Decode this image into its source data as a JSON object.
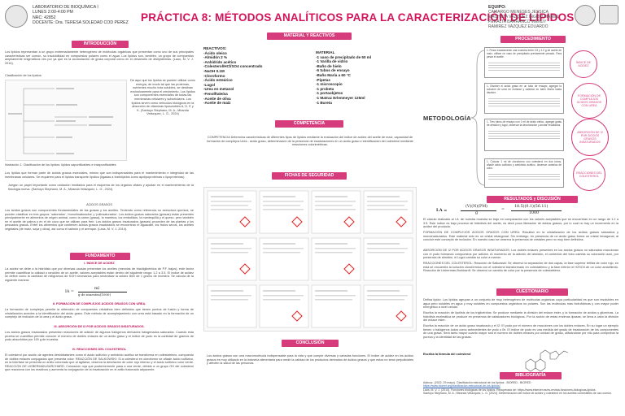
{
  "header": {
    "lab": "LABORATORIO DE BIOQUÍMICA I",
    "schedule": "LUNES 2:00-4:00 PM",
    "nrc": "NRC: 42852",
    "teacher": "DOCENTE: Dra. TERESA SOLEDAD COD PEREZ",
    "title": "PRÁCTICA 8: MÉTODOS ANALÍTICOS PARA LA CARACTERIZACIÓN DE LÍPIDOS",
    "team_label": "EQUIPO:",
    "team": [
      "CAMARGO MENESES JESSICA",
      "MACHETA VAZQUEZ INGRID MARIEL",
      "PERALTA BARRANCO WENDY",
      "RAMIREZ VAZQUEZ EDUARDO"
    ]
  },
  "sections": {
    "intro": "INTRODUCCIÓN",
    "materials": "MATERIAL Y REACTIVOS",
    "competence": "COMPETENCIA",
    "safety": "FICHAS DE SEGURIDAD",
    "fundament": "FUNDAMENTO",
    "conclusion": "CONCLUSIÓN",
    "procedure": "PROCEDIMIENTO",
    "results": "RESULTADOS y DISCUSIÓN",
    "questionnaire": "CUESTIONARIO",
    "bibliography": "BIBLIOGRAFÍA"
  },
  "intro": {
    "p1": "Los lípidos representan a un grupo extremadamente heterogéneo de moléculas orgánicas que presentan como uno de sus principales características ser común, su insolubilidad en compuestos polares como el agua. Los lípidos son, también, un grupo de compuestos ampliamente enigmáticos ves por ya que es la acumulación de grasa corporal como en el desarrollo de dislipidemias. (Laus, M. V. J. 2014).",
    "p2": "Clasificación de los lípidos:",
    "side": "De aquí que los lípidos se pueden utilizar como energía, de modo tal que las proteínas, nutrientes mucho más solubles, se destinan exclusivamente para el crecimiento. Los lípidos son componentes esenciales de todas las membranas celulares y subcelulares. Los lípidos sirven como vehículos biológicos en la absorción de vitaminas liposolubles A, D, E y K. (Santoyo Stephano, M. A.; Miranda Velázquez, L. G., 2024)",
    "caption": "Ilustración 1. Clasificación de los lípidos: lípidos saponificables e insaponificables",
    "p3": "Los lípidos que forman parte de ácidos grasos esenciales, mismo que son indispensables para el mantenimiento e integridad de las membranas celulares. Se requieren para el lípidos transporte lipídico (ligadas a fosfolípidos como apolipoproteínas o lipoproteínas).",
    "p4": "Juegan un papel importante como oxidación mediados para el esquema de los órganos vitales y ayudan en el mantenimiento de la fisiología nueva. (Santoyo Stephano, M. A.; Miranda Velázquez, L. G., 2024)",
    "acids_title": "ÁCIDOS GRASOS",
    "p5": "Los ácidos grasos son componentes fundamentales de las grasas y los aceites. Teniendo como referencia su estructura química, se pueden clasificar en tres grupos: 'saturados', 'monoinsaturados' y 'polinsaturados'. Los ácidos grasos saturados (grasas) están presentes principalmente en alimentos de origen animal, como la carne (grasa), la manteca, los embutidos, la mantequilla y el queso, pero también en el aceite de palma y en el de coco que se utilizan para freír. Los ácidos grasos insaturados (grasas) proceden de las plantas y los pescados grasos. Entre los alimentos que contienen ácidos grasos insaturados se encuentran el aguacate, los frutos secos, los aceites vegetales (de maíz, soya y oliva), así como el salmón y el arenque. (Laus, M. V. J. 2014)."
  },
  "fundament": {
    "i_title": "I. ÍNDICE DE ACIDEZ",
    "i_text": "La acidez se debe a la hidrólisis que por diversas causas presentan los aceites (mezclas de triacilglicéridos de P.F. bajos); este factor permite cuantificar la calidad o rancidez de un aceite, valores aceptables están dentro del siguiente rango: 1.2 a 3.5. El índice de acidez se define como la cantidad de miligramos de KOH necesarios para neutralizar la acidez libre de 1 gramo de muestra. Se calcula de la siguiente manera:",
    "ii_title": "II. FORMACIÓN DE COMPLEJOS ÁCIDOS GRASOS CON UREA.",
    "ii_text": "La formación de complejos permite la obtención de compuestos cristalinos bien definidos que tienen puntos de fusión y forma de cristalización acordes a la identificación del ácido graso. Este método de acomplejamiento con urea está basado en la formación de un complejo de inclusión de la urea y el ácido graso.",
    "iii_title": "III. ABSORCIÓN DE I2 POR ÁCIDOS GRASOS INSATURADOS.",
    "iii_text": "Los ácidos grasos insaturados presentan reacciones de adición de algunos halógenos derivados halogenados saturados. Cuando esta prueba se cuantifica permite conocer el número de dobles enlaces de un ácido graso y el índice de yodo es la cantidad de gramos de yodo absorbidos por 100 g de muestra.",
    "iv_title": "IV. REACCIONES DEL COLESTEROL",
    "iv_text": "El colesterol por acción de agentes deshidratantes como el ácido sulfúrico y anhídrido acético se transforma en colestatrieno, compuesto de dobles enlaces conjugados que presenta color. REACCIÓN DE SALKOWSKI: Si a colesterol en cloroformo se añade ácido sulfúrico, en la interfase se presenta un anillo coloreado que al agitarse, observa la desviación de color rojo intenso y el ácido sulfúrico color verde. REACCIÓN DE LIEBERMAN-BURCHARD: Coloración roja que posteriormente pasa a una verde, debido a un grupo OH del colesterol que reacciona con los reactivos y aumenta la conjugación de la insaturación en el anillo fusionado adyacente."
  },
  "formula1": {
    "lhs": "IA =",
    "num": "ml",
    "den": "g de muestra(1000)"
  },
  "materials": {
    "reactives_title": "REACTIVOS:",
    "reactives": [
      "-Ácido oleico",
      "-Almidón 2 %",
      "-Anhídrido acético",
      "-Colesterol/HCl/SO4 concentrado",
      "-NaOH 0.1M",
      "-Cloroformo",
      "-Ácido esteárico",
      "-Lugol",
      "-Urea en metanol",
      "-Fenolftaleína",
      "-Aceite de oliva",
      "-Aceite de maíz"
    ],
    "material_title": "MATERIAL",
    "material": [
      "-1 vaso de precipitado de 50 ml",
      "-1 Varilla de vidrio",
      "-Baño de hielo",
      "-5 tubos de ensayo",
      "-Baño María a 60 °C",
      "-Pipetas",
      "-1 microscopio",
      "-1 probeta",
      "-1 portaobjetos",
      "-1 Matraz Erlenmeyer 125ml",
      "-1 Bureta"
    ]
  },
  "competence_text": "COMPETENCIA Determina características de diferentes tipos de lípidos mediante la evaluación del índice de acidez del aceite de maíz, capacidad de formación de complejos Urea - ácido graso, determinación de la presencia de insaturaciones en un ácido graso e identificación del colesterol mediante reacciones colorimétricas.",
  "conclusion_text": "Los ácidos grasos son una macromolécula indispensable para la vida y que cumple diversas y variadas funciones. El índice de acidez en los ácidos grasos es muy utilizado en la industria alimentaria para medir la calidad de los productos derivados de ácidos grasos y que estos no sean perjudiciales y afecten la salud de las personas.",
  "procedure": {
    "methodology": "METODOLOGÍA",
    "rings": [
      "ÍNDICE DE ACIDEZ",
      "FORMACIÓN DE COMPLEJOS ÁCIDOS GRASOS CON UREA",
      "ABSORCIÓN DE I2 POR ÁCIDOS GRASOS INSATURADOS",
      "REACCIONES DEL COLESTEROL"
    ],
    "steps": [
      "1. Pesar exactamente una muestra entre 0.5 y 1.0 g de aceite de maíz, utilizar un vaso de precipitado previamente pesado. Para pesar el aceite.",
      "1. Disolver el ácido graso en un tubo de ensayo, agregar la solución de urea en metanol y calentar en baño María hasta disolver.",
      "1. Tres tubos de ensayo con 1 ml de ácido oleico, agregar gotas de almidón y lugol, observar la decoloración y anotar resultados.",
      "1. Colocar 1 ml de cloroformo con colesterol en dos tubos, añadir ácido sulfúrico y anhídrido acético, observar cambios de color."
    ]
  },
  "results": {
    "formula_lhs": "I.A =",
    "formula_num": "(V)(N)(PM)",
    "formula_num2": "18.5)(0.1)(56.11)",
    "formula_den": "g",
    "formula_den2": "1000",
    "p1": "El cálculo realizado al I.A. de nuestra muestra se trajo en comparación con los valores aceptables que se encuentran en un rango de 1.2 a 3.5. Este índice es bajo procesó de hidrólisis del aceite, es decir poca liberación de ácidos grasos, por lo cual no hay un incremento en la acidez del producto.",
    "p2": "FORMACIÓN DE COMPLEJOS ÁCIDOS GRASOS CON UREA: Resultan en la cristalización de los ácidos grasos saturados y monoinsaturados. Este material sólo es un cristal retangonal. Sin embargo, en presencia de un ácido graso forma un cristal hexagonal, al concluir este concepto de inclusión. En nuestro caso se observa la presencia de cristales pero no muy bien definidos.",
    "p3": "ABSORCIÓN DE I2 POR ÁCIDOS GRASOS INSATURADOS: Los dobles enlaces presentes en los ácidos grasos no saturados reaccionan con el yodo formando compuestos por adición. Al momento de la adición del almidón, el contenido del tubo cambia su coloración azul, por presencia de almidón, el Lugol cambia su color a marrón.",
    "p4": "REACCIONES DEL COLESTEROL: Reacción de Salkowski: Se observó la separación de dos capas, la fase superior teñida de color rojo, en esta se encuentra la solución clorofórmica con el colesterol transformado en colestatrieno y la fase inferior el H2SO4 de un color amarillento. Reacción de Lieberman-Burkhardt: Se observó un cambio de color por la presencia de colestatrieno."
  },
  "questionnaire": {
    "q1": "Defina lípido: Los lípidos agrupan a un conjunto de muy heterogéneo de moléculas orgánicas cuya particularidad es que son insolubles en agua pero solubles en agua y muy solubles en compuestos orgánicos no polares. Son las moléculas más hidrofóbicas y con mayor poder energético a nivel celular.",
    "q2": "Escriba la reacción de lipólisis de los triglicéridos: Se produce mediante la división del enlace éster, y la formación de ácidos y glicerinas. La hidrólisis enzimática se produce en presencia de catalizadores biológicos. Por la acción de estas enzimas lipasas, se lleva a cabo la división del enlace éster.",
    "q3": "Escriba la reacción de un ácido graso insaturado y el I2: El yodo por el número de reacciones con los dobles enlaces. En su lugar un ejemplo tienen o halógenos todos como antecedentes de yodo o Br. El índice de yodo es una medida del grado de insaturación de los componentes de una grasa. Será tanto mayor cuanto mayor sea el número de dobles enlaces por unidad de grasa, utilizándose por ello para comprobar la pureza y la identidad de las grasas.",
    "q4": "Escriba la fórmula del colesterol"
  },
  "bibliography": [
    "Adecuz. (2022, 29 mayo). Clasificación estructural de los lípidos - BIORED - BIORED",
    "https://www.biored.org/clasificacion-estructural-de-los-lipidos/",
    "Laus, M. V. J. (2014). Funciones biológicas de los lípidos. Recuperado de: https://www.elsevier.es/es-revista-funciones-biologicas-lipidos",
    "Santoyo Stephano, M. A.; Miranda Velázquez, L. G. (2024). Determinación del índice de acidez y colesterol en los aceites comestibles de uso común."
  ],
  "colors": {
    "accent": "#d63b7b",
    "title": "#d4145a"
  }
}
